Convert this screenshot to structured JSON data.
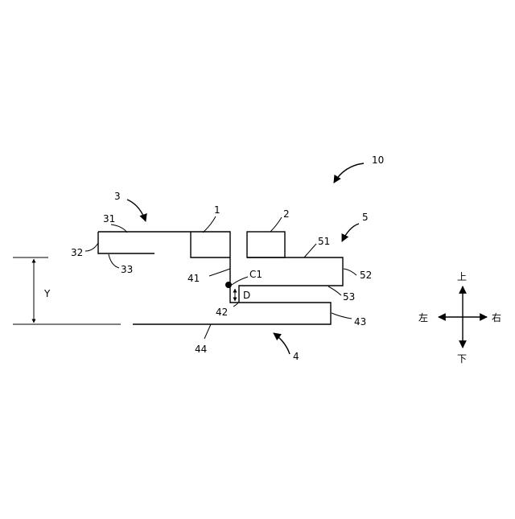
{
  "labels": {
    "l10": "10",
    "l1": "1",
    "l2": "2",
    "l3": "3",
    "l4": "4",
    "l5": "5",
    "l31": "31",
    "l32": "32",
    "l33": "33",
    "l41": "41",
    "l42": "42",
    "l43": "43",
    "l44": "44",
    "l51": "51",
    "l52": "52",
    "l53": "53",
    "c1": "C1",
    "d": "D",
    "y": "Y"
  },
  "compass": {
    "up": "上",
    "down": "下",
    "left": "左",
    "right": "右"
  }
}
